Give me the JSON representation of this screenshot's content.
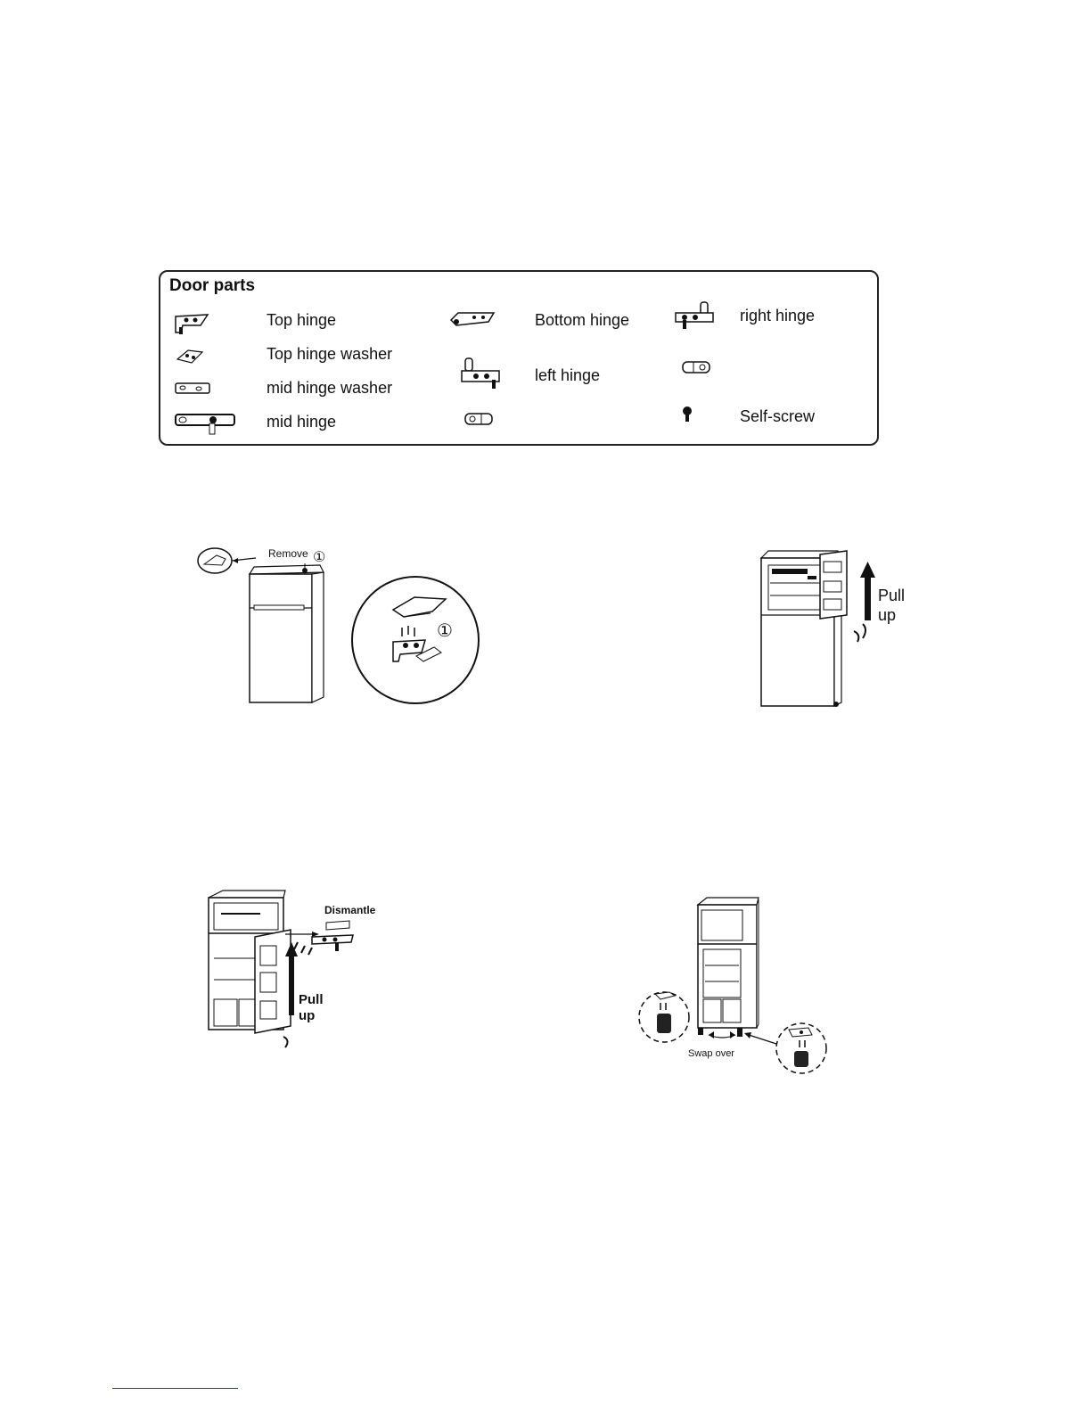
{
  "door_parts": {
    "title": "Door parts",
    "items": [
      {
        "label": "Top hinge",
        "icon": "top-hinge-icon"
      },
      {
        "label": "Top hinge washer",
        "icon": "top-hinge-washer-icon"
      },
      {
        "label": "mid hinge washer",
        "icon": "mid-hinge-washer-icon"
      },
      {
        "label": "mid hinge",
        "icon": "mid-hinge-icon"
      },
      {
        "label": "Bottom hinge",
        "icon": "bottom-hinge-icon"
      },
      {
        "label": "left hinge",
        "icon": "left-hinge-icon"
      },
      {
        "label": "",
        "icon": "small-bracket-icon"
      },
      {
        "label": "right hinge",
        "icon": "right-hinge-icon"
      },
      {
        "label": "",
        "icon": "small-bracket-icon"
      },
      {
        "label": "Self-screw",
        "icon": "screw-icon"
      }
    ]
  },
  "figures": {
    "fig1": {
      "remove_label": "Remove",
      "step_marker": "①",
      "detail_step_marker": "①"
    },
    "fig2": {
      "pull_label_line1": "Pull",
      "pull_label_line2": "up"
    },
    "fig3": {
      "dismantle_label": "Dismantle",
      "pull_label_line1": "Pull",
      "pull_label_line2": "up"
    },
    "fig4": {
      "swap_label": "Swap over"
    }
  }
}
